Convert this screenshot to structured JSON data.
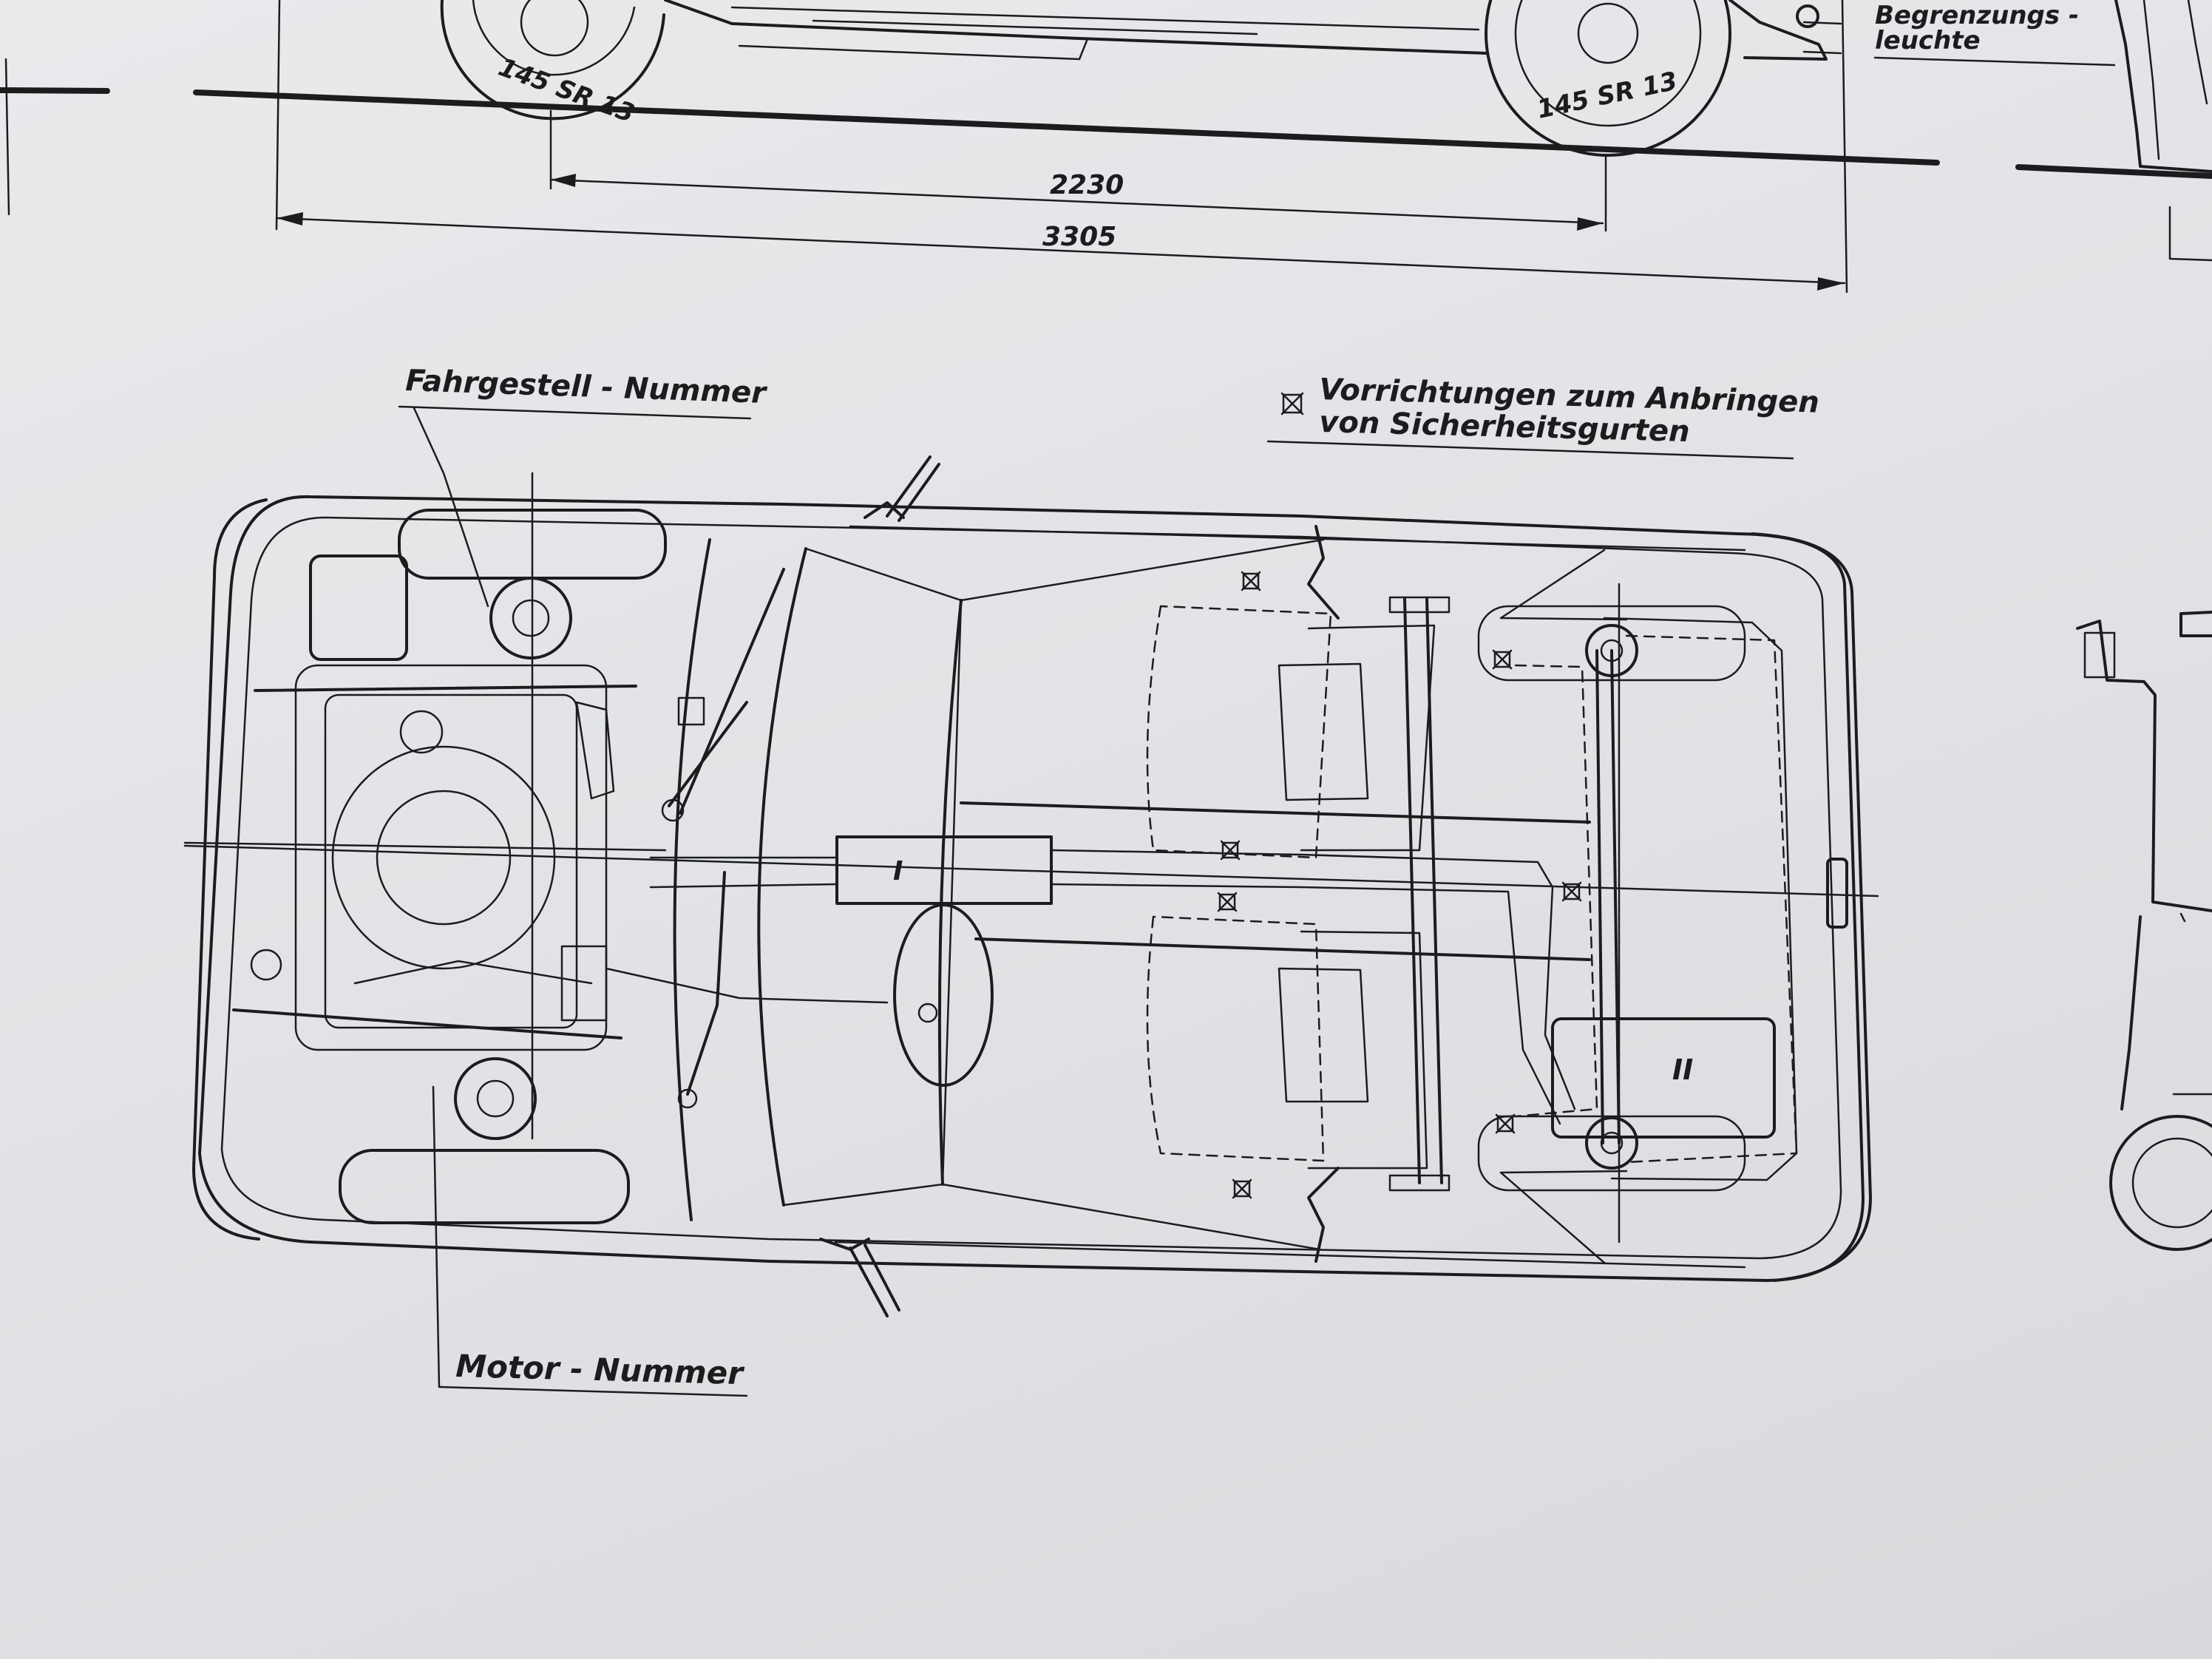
{
  "dimensions": {
    "wheelbase": "2230",
    "overall_length": "3305"
  },
  "tires": {
    "front": "145 SR 13",
    "rear": "145 SR 13"
  },
  "labels": {
    "begrenzungs_line1": "Begrenzungs -",
    "begrenzungs_line2": "leuchte",
    "fahrgestell": "Fahrgestell - Nummer",
    "vorrichtungen_line1": "Vorrichtungen zum Anbringen",
    "vorrichtungen_line2": "von Sicherheitsgurten",
    "motor": "Motor - Nummer",
    "tank_marker_1": "I",
    "tank_marker_2": "II"
  },
  "colors": {
    "paper": "#e4e5e8",
    "ink": "#1a1c1e"
  },
  "icons": [
    "seatbelt-anchor-icon"
  ]
}
